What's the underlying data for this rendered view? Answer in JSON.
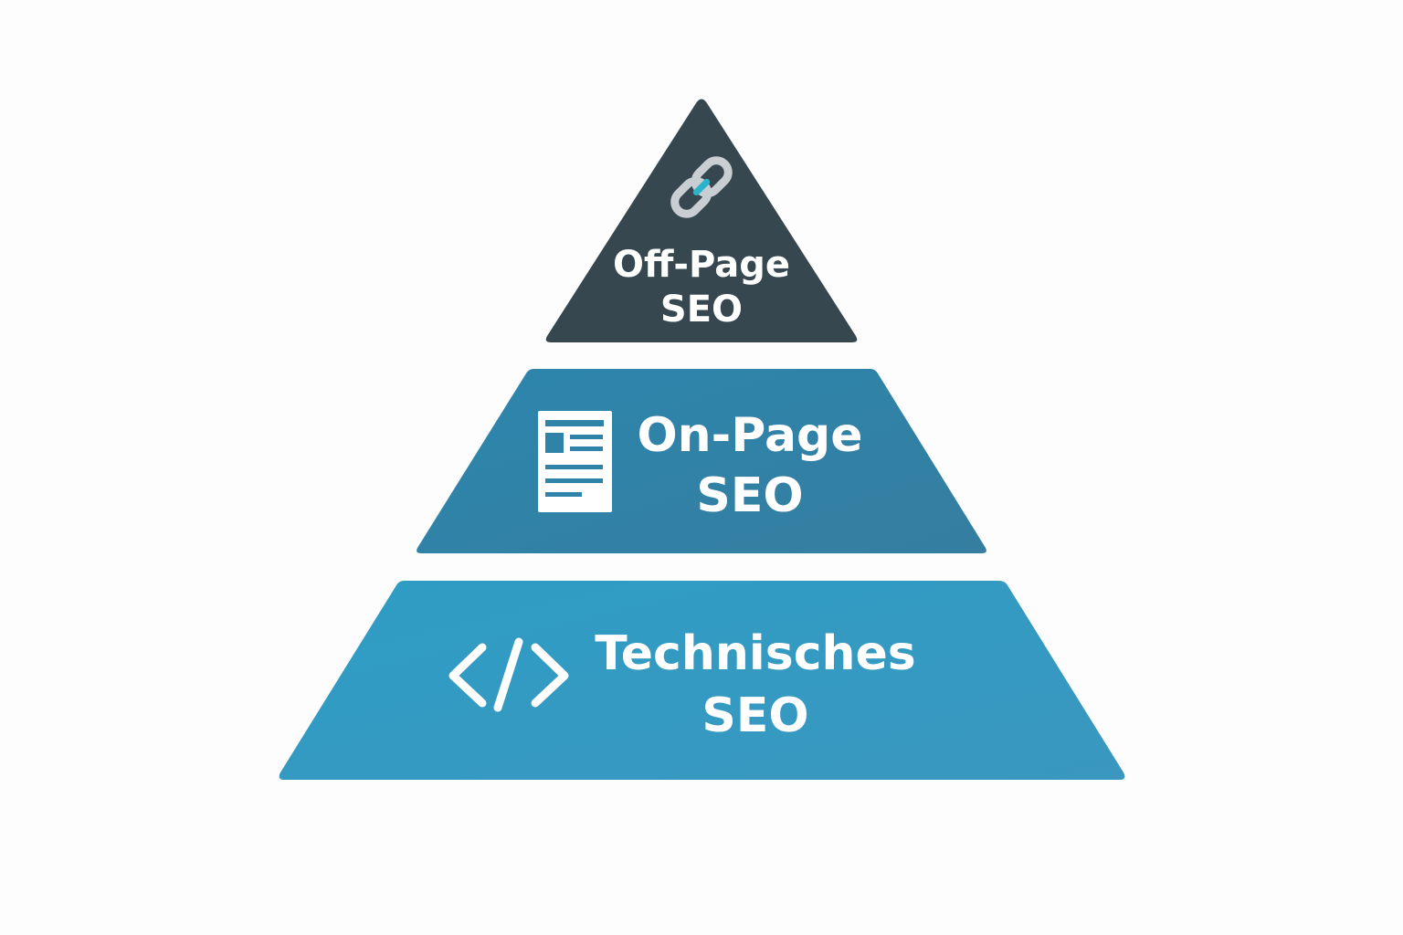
{
  "pyramid": {
    "tiers": [
      {
        "id": "off-page",
        "line1": "Off-Page",
        "line2": "SEO",
        "icon": "chain-link-icon",
        "color": "#37474f"
      },
      {
        "id": "on-page",
        "line1": "On-Page",
        "line2": "SEO",
        "icon": "document-icon",
        "color_top": "#2f84a8",
        "color_bottom": "#3484a6"
      },
      {
        "id": "technical",
        "line1": "Technisches",
        "line2": "SEO",
        "icon": "code-brackets-icon",
        "color_top": "#2f9bc2",
        "color_bottom": "#3a96bd"
      }
    ],
    "accent_color": "#2bb3c9",
    "background": "#fdfdfd"
  }
}
